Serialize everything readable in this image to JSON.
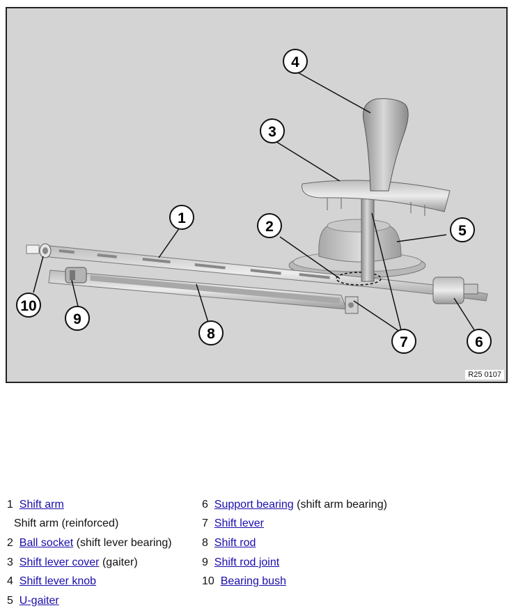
{
  "figure": {
    "id": "R25 0107",
    "callouts": [
      "1",
      "2",
      "3",
      "4",
      "5",
      "6",
      "7",
      "8",
      "9",
      "10"
    ]
  },
  "legend": [
    {
      "num": "1",
      "link": "Shift arm",
      "note": ""
    },
    {
      "num": "",
      "link": "",
      "note": "Shift arm (reinforced)"
    },
    {
      "num": "2",
      "link": "Ball socket",
      "note": "(shift lever bearing)"
    },
    {
      "num": "3",
      "link": "Shift lever cover",
      "note": "(gaiter)"
    },
    {
      "num": "4",
      "link": "Shift lever knob",
      "note": ""
    },
    {
      "num": "5",
      "link": "U-gaiter",
      "note": ""
    },
    {
      "num": "6",
      "link": "Support bearing",
      "note": "(shift arm bearing)"
    },
    {
      "num": "7",
      "link": "Shift lever",
      "note": ""
    },
    {
      "num": "8",
      "link": "Shift rod",
      "note": ""
    },
    {
      "num": "9",
      "link": "Shift rod joint",
      "note": ""
    },
    {
      "num": "10",
      "link": "Bearing bush",
      "note": ""
    }
  ]
}
